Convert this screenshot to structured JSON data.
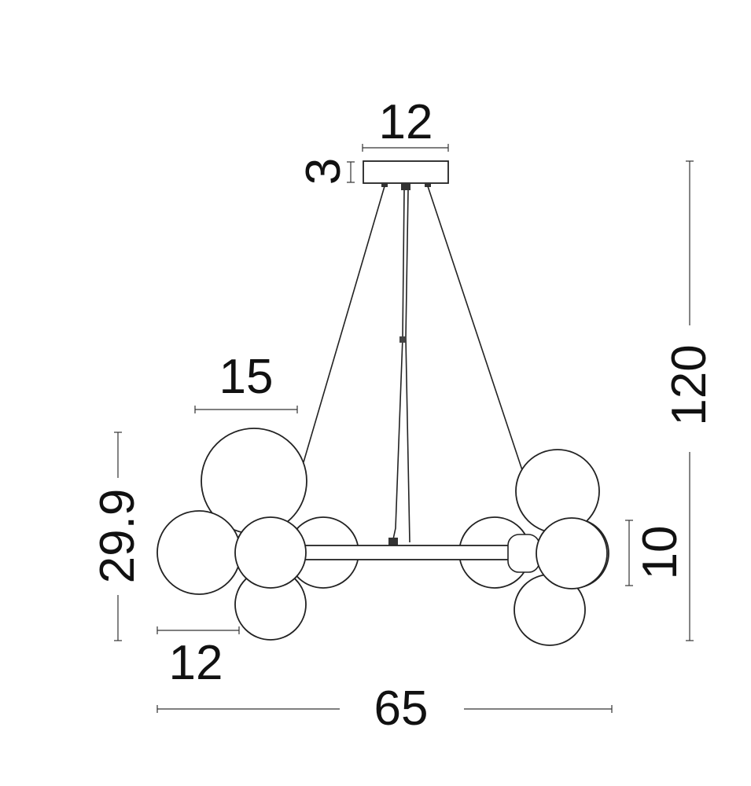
{
  "dimensions": {
    "canopy_width": "12",
    "canopy_height": "3",
    "globe_large": "15",
    "fixture_height": "29.9",
    "globe_small": "12",
    "overall_width": "65",
    "overall_height": "120",
    "bar_height": "10"
  }
}
